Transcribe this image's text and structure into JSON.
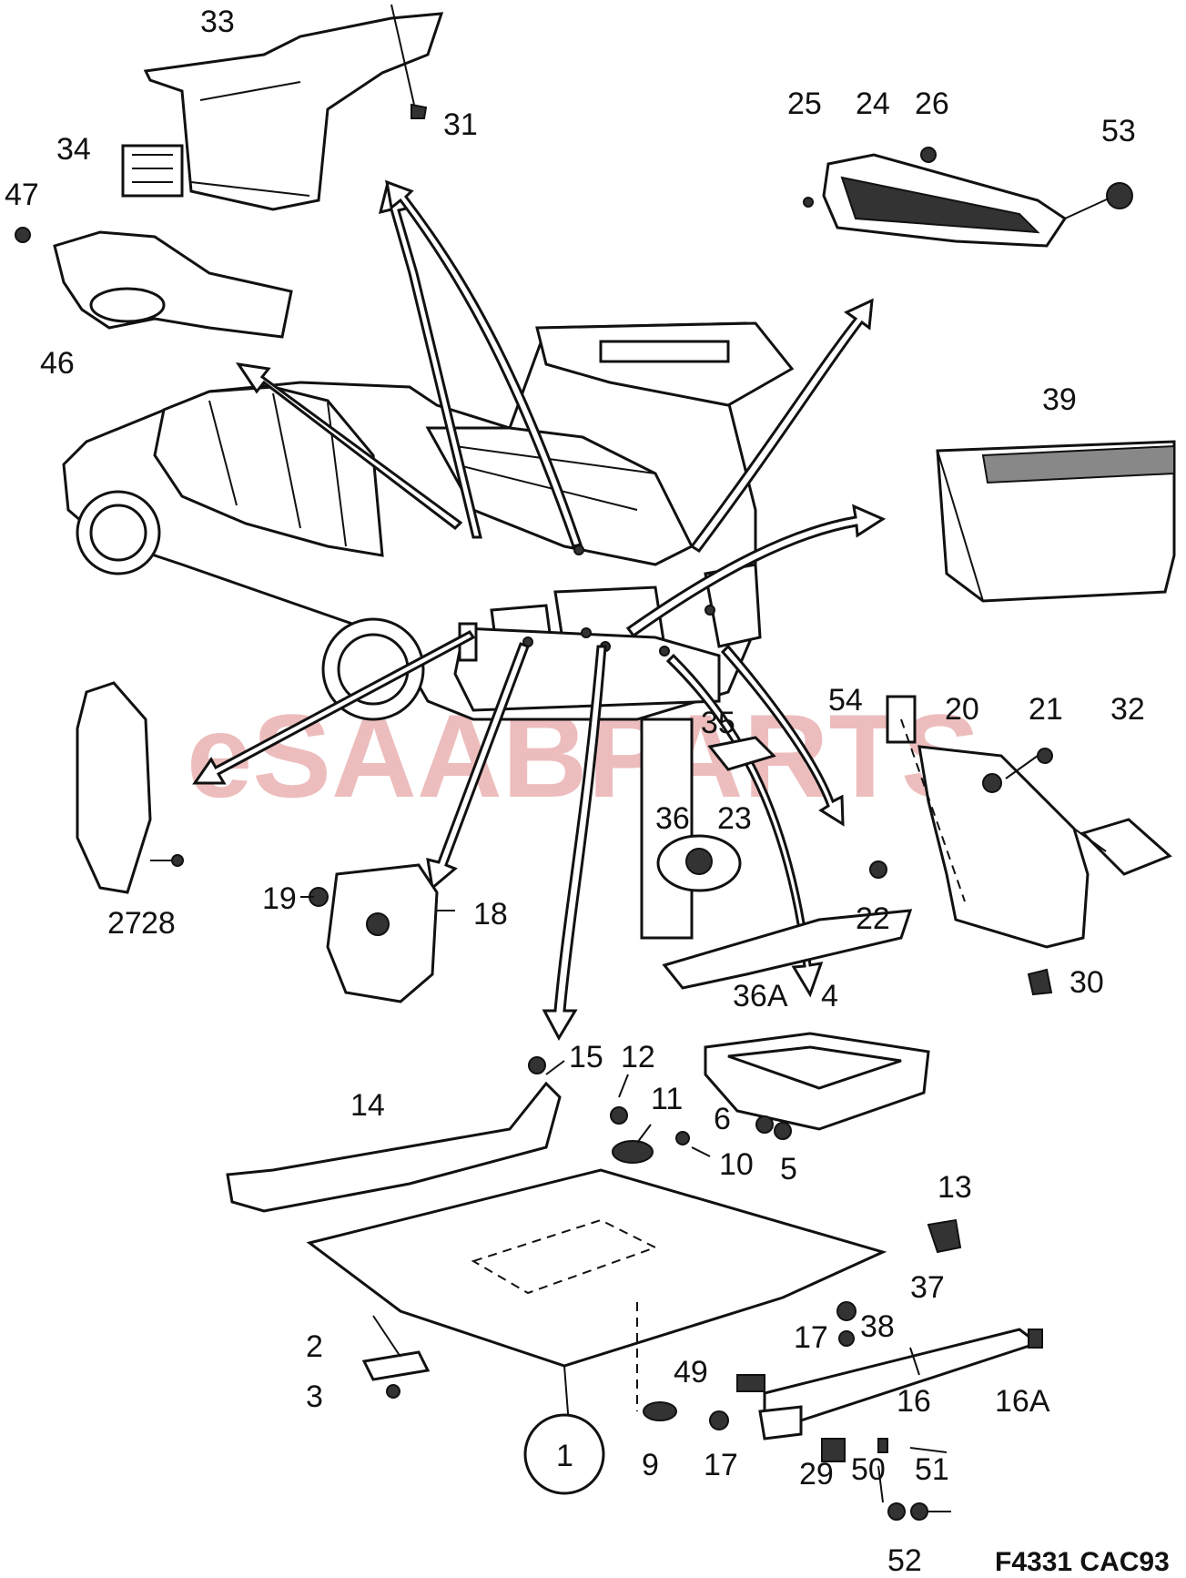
{
  "watermark": "eSAABPARTS",
  "figure_code": "F4331 CAC93",
  "labels": {
    "l1": "1",
    "l2": "2",
    "l3": "3",
    "l4": "4",
    "l5": "5",
    "l6": "6",
    "l9": "9",
    "l10": "10",
    "l11": "11",
    "l12": "12",
    "l13": "13",
    "l14": "14",
    "l15": "15",
    "l16": "16",
    "l16a": "16A",
    "l17a": "17",
    "l17b": "17",
    "l18": "18",
    "l19": "19",
    "l20": "20",
    "l21": "21",
    "l22": "22",
    "l23": "23",
    "l24": "24",
    "l25": "25",
    "l26": "26",
    "l27": "27",
    "l28": "28",
    "l29": "29",
    "l30": "30",
    "l31": "31",
    "l32": "32",
    "l33": "33",
    "l34": "34",
    "l35": "35",
    "l36": "36",
    "l36a": "36A",
    "l37": "37",
    "l38": "38",
    "l39": "39",
    "l46": "46",
    "l47": "47",
    "l49": "49",
    "l50": "50",
    "l51": "51",
    "l52": "52",
    "l53": "53",
    "l54": "54"
  }
}
